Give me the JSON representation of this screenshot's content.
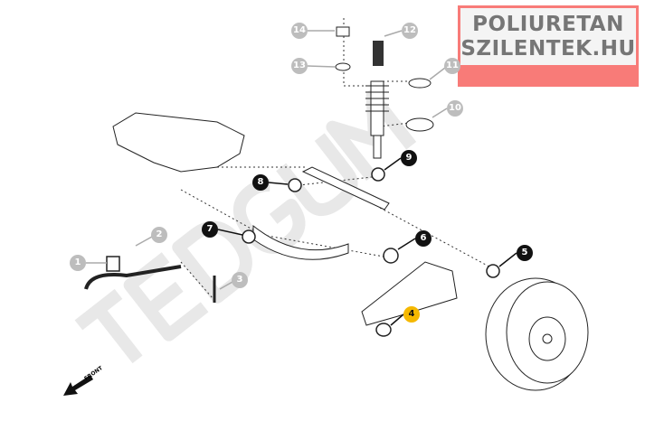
{
  "logo": {
    "line1": "POLIURETAN",
    "line2": "SZILENTEK.HU"
  },
  "watermark": "TEDGUM",
  "front_label": "FRONT",
  "callouts": [
    {
      "n": "1",
      "style": "grey"
    },
    {
      "n": "2",
      "style": "grey"
    },
    {
      "n": "3",
      "style": "grey"
    },
    {
      "n": "4",
      "style": "yellow"
    },
    {
      "n": "5",
      "style": "black"
    },
    {
      "n": "6",
      "style": "black"
    },
    {
      "n": "7",
      "style": "black"
    },
    {
      "n": "8",
      "style": "black"
    },
    {
      "n": "9",
      "style": "black"
    },
    {
      "n": "10",
      "style": "grey"
    },
    {
      "n": "11",
      "style": "grey"
    },
    {
      "n": "12",
      "style": "grey"
    },
    {
      "n": "13",
      "style": "grey"
    },
    {
      "n": "14",
      "style": "grey"
    }
  ],
  "colors": {
    "grey": "#bdbdbd",
    "black": "#111111",
    "yellow": "#f5b800",
    "logo_red": "#f87b78"
  }
}
